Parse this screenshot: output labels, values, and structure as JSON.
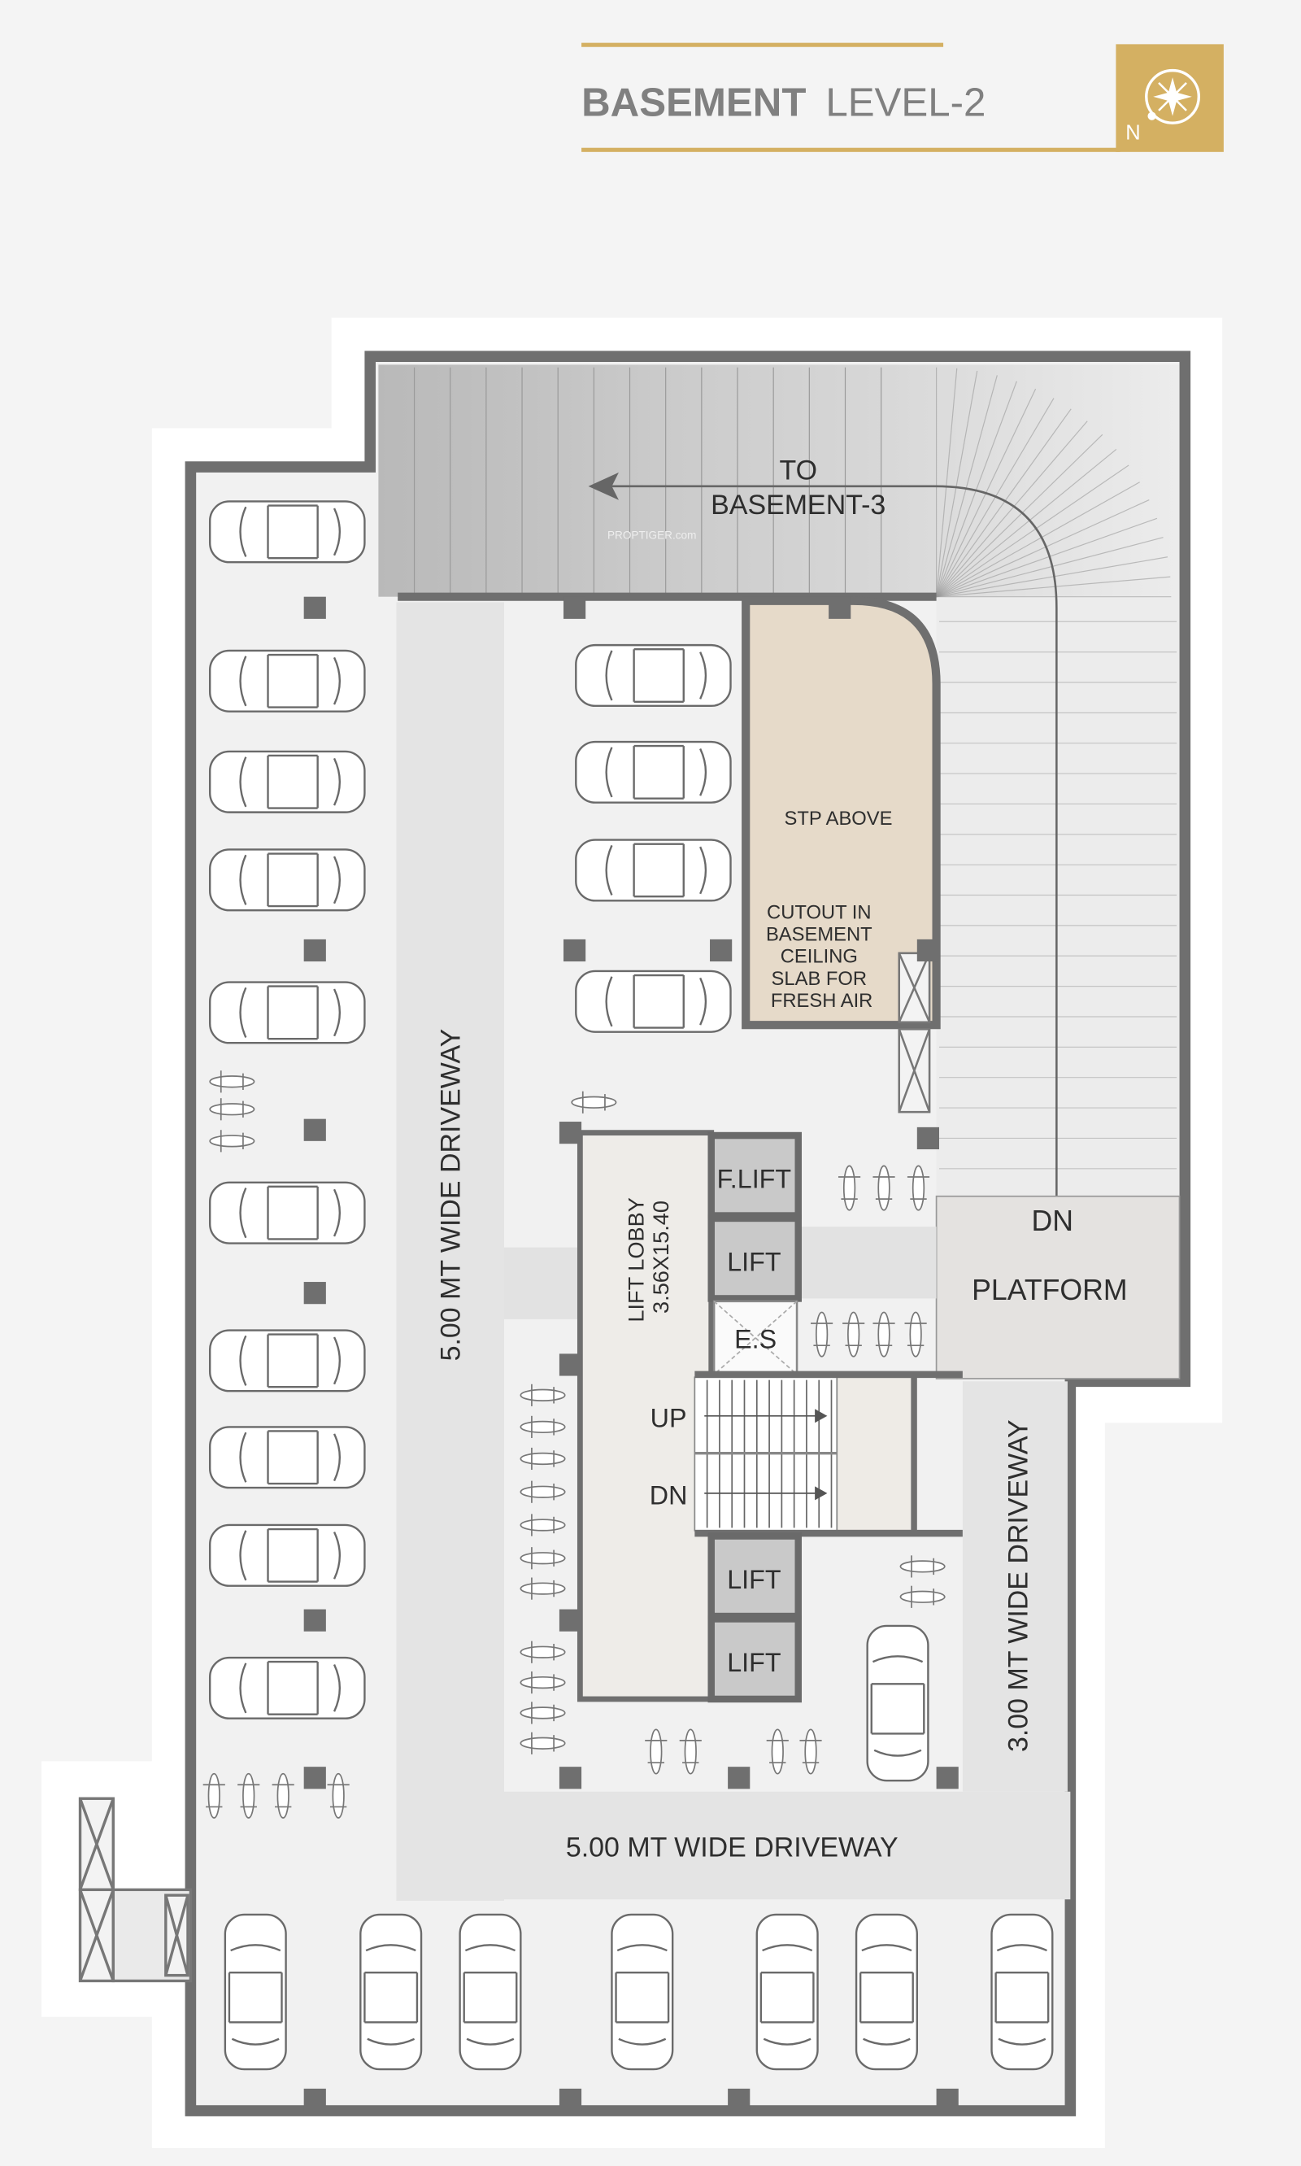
{
  "header": {
    "title_bold": "BASEMENT",
    "title_light": "LEVEL-2",
    "compass_label": "N",
    "accent_color": "#d4b062"
  },
  "watermark": "PROPTIGER.com",
  "ramp": {
    "line1": "TO",
    "line2": "BASEMENT-3"
  },
  "stp": {
    "title": "STP ABOVE",
    "note_lines": [
      "CUTOUT IN",
      "BASEMENT",
      "CEILING",
      "SLAB FOR",
      "FRESH AIR"
    ]
  },
  "driveways": {
    "left": "5.00 MT WIDE DRIVEWAY",
    "bottom": "5.00 MT WIDE DRIVEWAY",
    "right": "3.00 MT WIDE DRIVEWAY"
  },
  "core": {
    "lobby_line1": "LIFT LOBBY",
    "lobby_line2": "3.56X15.40",
    "fire_lift": "F.LIFT",
    "lift_1": "LIFT",
    "lift_2": "LIFT",
    "lift_3": "LIFT",
    "electrical_shaft": "E.S",
    "stair_up": "UP",
    "stair_dn": "DN"
  },
  "platform": {
    "dn": "DN",
    "label": "PLATFORM"
  }
}
